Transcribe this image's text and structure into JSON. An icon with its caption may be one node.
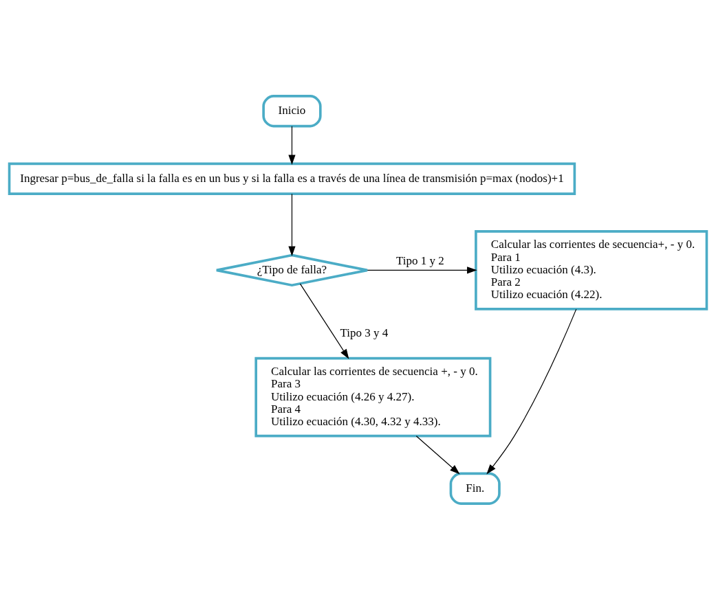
{
  "diagram": {
    "nodes": [
      {
        "text": [
          "Inicio"
        ]
      },
      {
        "text": [
          "Ingresar p=bus_de_falla si la falla es en un bus y si la falla es a través de una línea de transmisión p=max (nodos)+1"
        ]
      },
      {
        "text": [
          "¿Tipo de falla?"
        ]
      },
      {
        "text": [
          "Calcular las corrientes de secuencia+, - y 0.",
          "Para 1",
          "Utilizo ecuación (4.3).",
          "Para 2",
          "Utilizo ecuación (4.22)."
        ]
      },
      {
        "text": [
          "Calcular las corrientes de secuencia +, - y 0.",
          "Para 3",
          "Utilizo ecuación (4.26 y 4.27).",
          "Para 4",
          "Utilizo ecuación (4.30, 4.32 y 4.33)."
        ]
      },
      {
        "text": [
          "Fin."
        ]
      }
    ],
    "edges": [
      {
        "from": 0,
        "to": 1,
        "arrow": "to"
      },
      {
        "from": 1,
        "to": 2,
        "arrow": "to"
      },
      {
        "from": 2,
        "to": 3,
        "arrow": "to",
        "label": "Tipo 1 y 2"
      },
      {
        "from": 2,
        "to": 4,
        "arrow": "to",
        "label": "Tipo 3 y 4"
      },
      {
        "from": 3,
        "to": 5,
        "arrow": "to"
      },
      {
        "from": 4,
        "to": 5,
        "arrow": "to"
      }
    ]
  }
}
